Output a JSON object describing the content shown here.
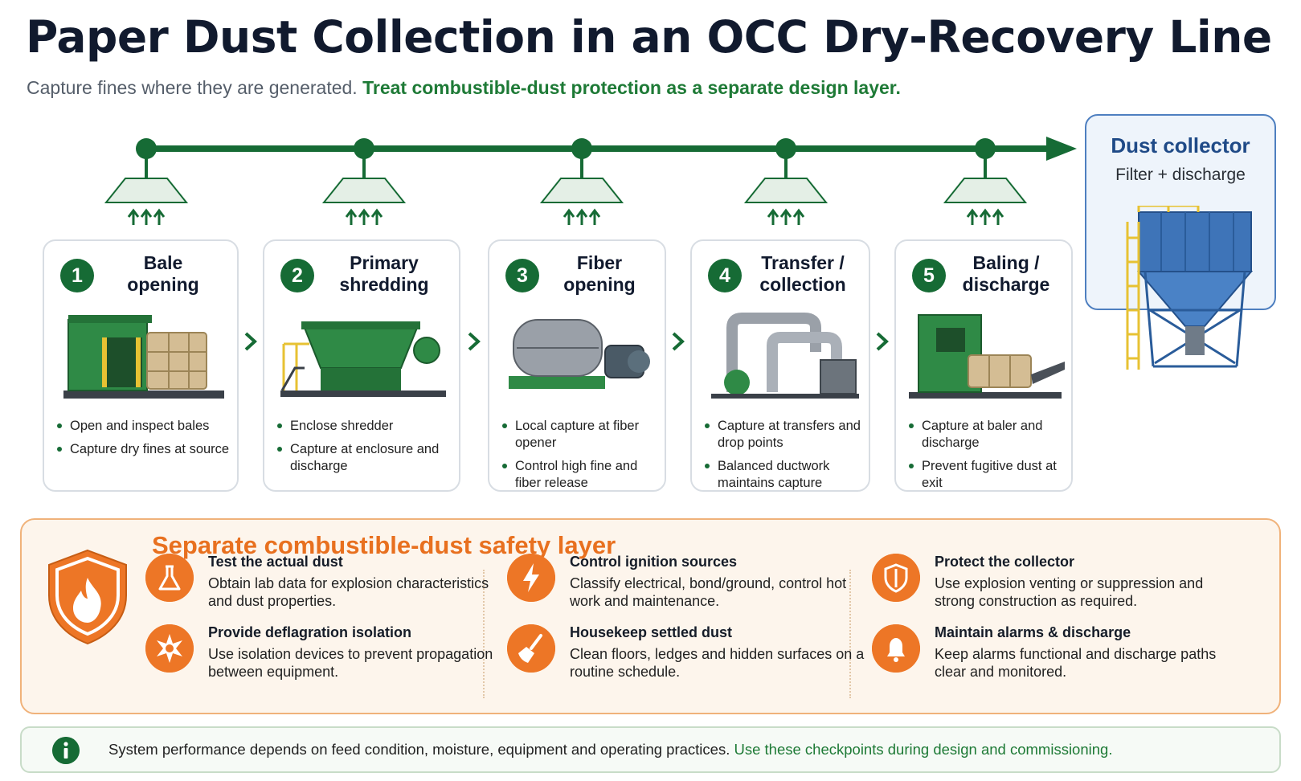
{
  "title": "Paper Dust Collection in an OCC Dry-Recovery Line",
  "subtitle": {
    "part1": "Capture fines where they are generated.",
    "part2": "Treat combustible-dust protection as a separate design layer."
  },
  "stages": [
    {
      "number": "1",
      "title_line1": "Bale",
      "title_line2": "opening",
      "bullets": [
        "Open and inspect bales",
        "Capture dry fines at source"
      ],
      "image_icon": "bale-opener-machine-icon"
    },
    {
      "number": "2",
      "title_line1": "Primary",
      "title_line2": "shredding",
      "bullets": [
        "Enclose shredder",
        "Capture at enclosure and discharge"
      ],
      "image_icon": "shredder-machine-icon"
    },
    {
      "number": "3",
      "title_line1": "Fiber",
      "title_line2": "opening",
      "bullets": [
        "Local capture at fiber opener",
        "Control high fine and fiber release"
      ],
      "image_icon": "fiber-opener-machine-icon"
    },
    {
      "number": "4",
      "title_line1": "Transfer /",
      "title_line2": "collection",
      "bullets": [
        "Capture at transfers and drop points",
        "Balanced ductwork maintains capture"
      ],
      "image_icon": "ductwork-icon"
    },
    {
      "number": "5",
      "title_line1": "Baling /",
      "title_line2": "discharge",
      "bullets": [
        "Capture at baler and discharge",
        "Prevent fugitive dust at exit"
      ],
      "image_icon": "baler-machine-icon"
    }
  ],
  "collector": {
    "title": "Dust collector",
    "subtitle": "Filter + discharge",
    "image_icon": "dust-collector-silo-icon"
  },
  "safety": {
    "title": "Separate combustible-dust safety layer",
    "items": [
      {
        "title": "Test the actual dust",
        "desc": "Obtain lab data for explosion characteristics and dust properties.",
        "icon": "flask-icon"
      },
      {
        "title": "Control ignition sources",
        "desc": "Classify electrical, bond/ground, control hot work and maintenance.",
        "icon": "lightning-icon"
      },
      {
        "title": "Protect the collector",
        "desc": "Use explosion venting or suppression and strong construction as required.",
        "icon": "shield-icon"
      },
      {
        "title": "Provide deflagration isolation",
        "desc": "Use isolation devices to prevent propagation between equipment.",
        "icon": "burst-icon"
      },
      {
        "title": "Housekeep settled dust",
        "desc": "Clean floors, ledges and hidden surfaces on a routine schedule.",
        "icon": "broom-icon"
      },
      {
        "title": "Maintain alarms & discharge",
        "desc": "Keep alarms functional and discharge paths clear and monitored.",
        "icon": "bell-icon"
      }
    ]
  },
  "footer": {
    "part1": "System performance depends on feed condition, moisture, equipment and operating practices.",
    "part2": "Use these checkpoints during design and commissioning."
  },
  "colors": {
    "green": "#166b35",
    "orange": "#ed7626",
    "blue": "#1f4a87"
  }
}
